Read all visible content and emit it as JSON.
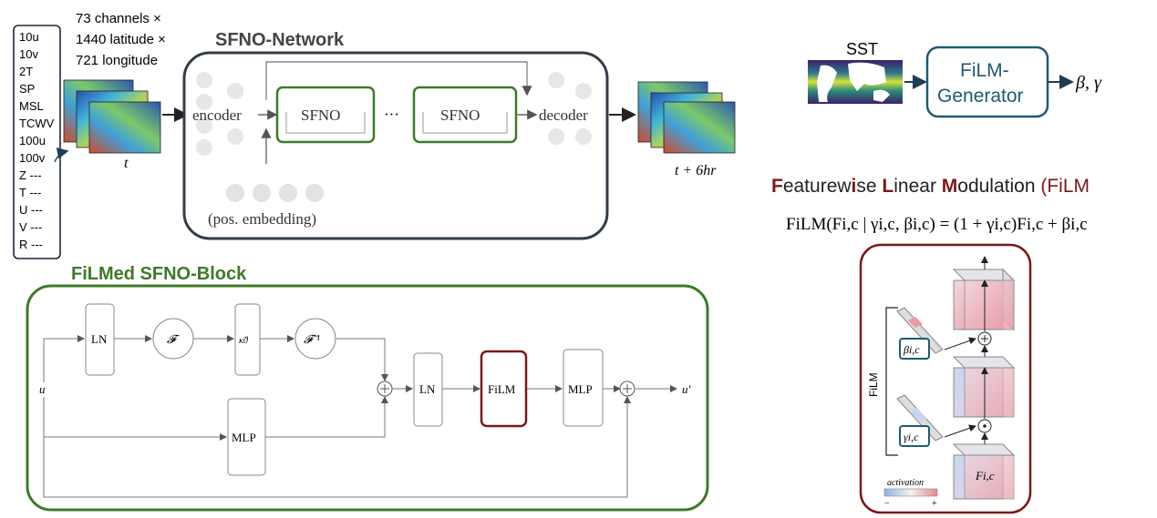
{
  "input": {
    "variables": [
      "10u",
      "10v",
      "2T",
      "SP",
      "MSL",
      "TCWV",
      "100u",
      "100v",
      "Z ---",
      "T ---",
      "U ---",
      "V ---",
      "R ---"
    ],
    "dims": [
      "73 channels ×",
      "1440 latitude ×",
      "721 longitude"
    ],
    "time_in": "t",
    "time_out": "t + 6hr"
  },
  "network": {
    "title": "SFNO-Network",
    "encoder": "encoder",
    "decoder": "decoder",
    "block1": "SFNO",
    "block2": "SFNO",
    "ellipsis": "···",
    "pos_embedding": "(pos. embedding)"
  },
  "film_block": {
    "title": "FiLMed SFNO-Block",
    "u_in": "u",
    "u_out": "u′",
    "ln1": "LN",
    "fourier": "𝓕",
    "kernel": "κ̃ϑ",
    "inv_fourier": "𝓕⁻¹",
    "ln2": "LN",
    "film": "FiLM",
    "mlp1": "MLP",
    "mlp_skip": "MLP",
    "plus": "+"
  },
  "generator": {
    "sst_label": "SST",
    "box_line1": "FiLM-",
    "box_line2": "Generator",
    "output": "β, γ"
  },
  "formula": {
    "title_F": "F",
    "title_1": "eaturew",
    "title_i": "i",
    "title_2": "se ",
    "title_L": "L",
    "title_3": "inear ",
    "title_M": "M",
    "title_4": "odulation ",
    "title_5": "(FiLM",
    "equation": "FiLM(Fi,c | γi,c, βi,c) = (1 + γi,c)Fi,c + βi,c"
  },
  "film_panel": {
    "side_label": "FiLM",
    "beta": "βi,c",
    "gamma": "γi,c",
    "feature": "Fi,c",
    "legend_title": "activation",
    "legend_minus": "−",
    "legend_plus": "+"
  },
  "colors": {
    "network_border": "#333d47",
    "green": "#3d7a28",
    "teal": "#1e5a73",
    "dark_red": "#7b1818"
  }
}
